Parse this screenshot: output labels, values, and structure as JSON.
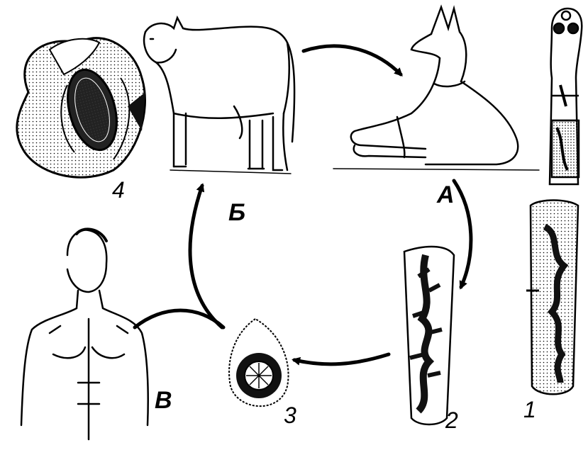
{
  "labels": {
    "host_dog": "А",
    "host_cow": "Б",
    "host_human": "В",
    "stage_1": "1",
    "stage_2": "2",
    "stage_3": "3",
    "stage_4": "4"
  },
  "icons": {
    "cow": "cow-icon",
    "dog": "dog-icon",
    "human": "human-icon",
    "adult_worm": "tapeworm-icon",
    "proglottid": "proglottid-icon",
    "egg": "egg-icon",
    "cyst": "cyst-icon"
  }
}
